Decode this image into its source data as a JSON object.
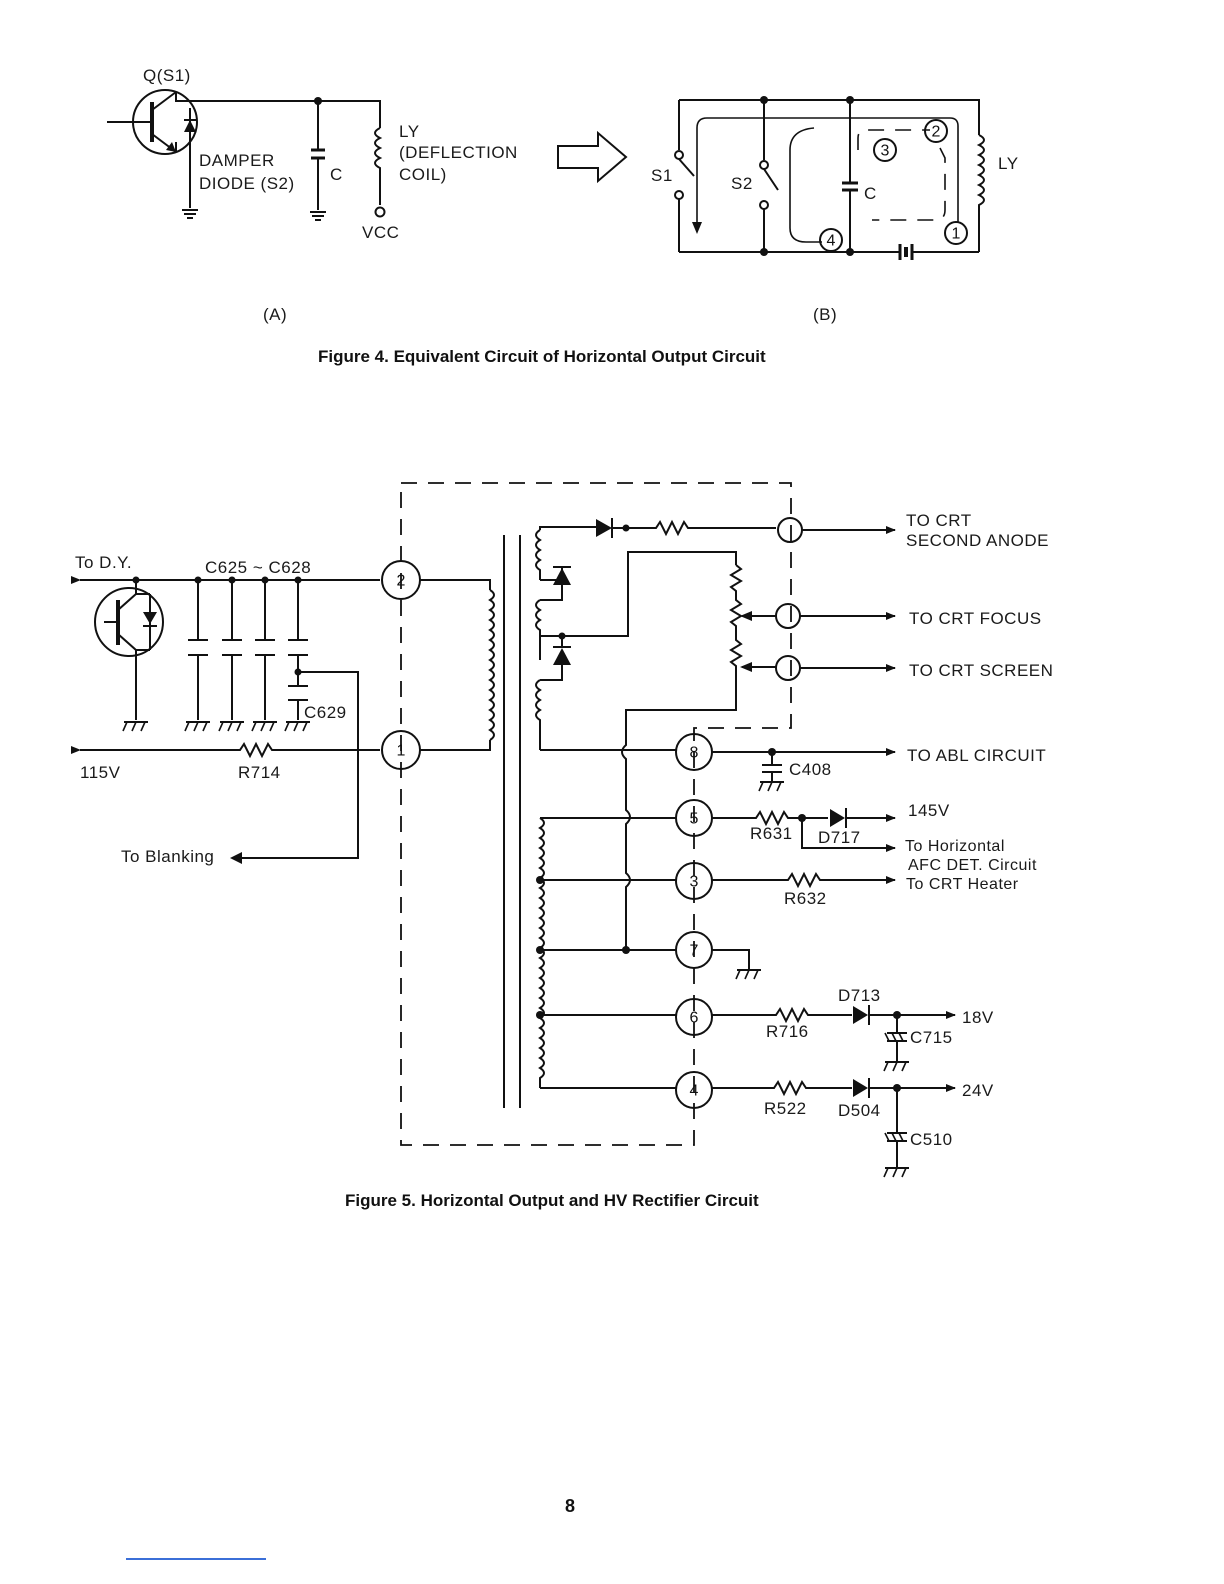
{
  "figure4": {
    "transistor_label": "Q(S1)",
    "damper_line1": "DAMPER",
    "damper_line2": "DIODE (S2)",
    "cap_label": "C",
    "coil_line1": "LY",
    "coil_line2": "(DEFLECTION",
    "coil_line3": "COIL)",
    "vcc_label": "VCC",
    "s1_label": "S1",
    "s2_label": "S2",
    "cap_b_label": "C",
    "ly_b_label": "LY",
    "path_numbers": [
      "1",
      "2",
      "3",
      "4"
    ],
    "sub_a": "(A)",
    "sub_b": "(B)",
    "caption": "Figure 4.  Equivalent Circuit of Horizontal Output Circuit"
  },
  "figure5": {
    "to_dy": "To D.Y.",
    "cap_group": "C625 ~ C628",
    "c629": "C629",
    "v115": "115V",
    "r714": "R714",
    "to_blanking": "To Blanking",
    "pins": [
      "2",
      "1",
      "8",
      "5",
      "3",
      "7",
      "6",
      "4"
    ],
    "anode_line1": "TO CRT",
    "anode_line2": "SECOND ANODE",
    "focus": "TO CRT FOCUS",
    "screen": "TO CRT SCREEN",
    "abl": "TO ABL CIRCUIT",
    "c408": "C408",
    "v145": "145V",
    "r631": "R631",
    "d717": "D717",
    "afc_line1": "To Horizontal",
    "afc_line2": "AFC DET. Circuit",
    "heater": "To CRT Heater",
    "r632": "R632",
    "d713": "D713",
    "r716": "R716",
    "v18": "18V",
    "c715": "C715",
    "r522": "R522",
    "d504": "D504",
    "v24": "24V",
    "c510": "C510",
    "caption": "Figure 5.  Horizontal Output and HV Rectifier Circuit"
  },
  "page_number": "8"
}
